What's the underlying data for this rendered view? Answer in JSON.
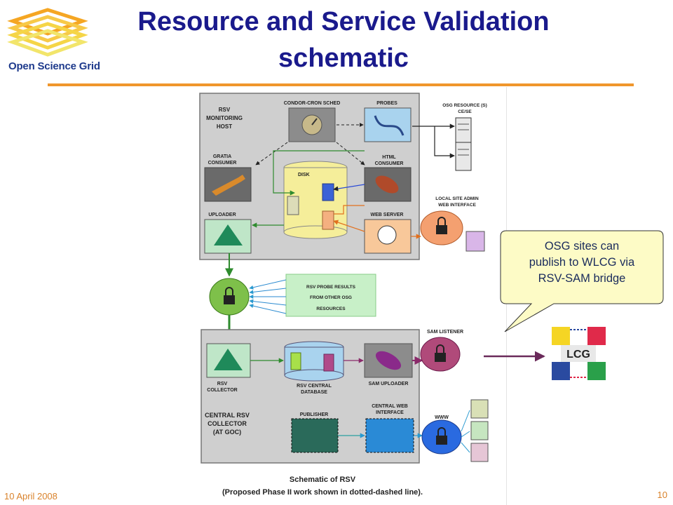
{
  "header": {
    "logo_text": "Open Science Grid",
    "title_line1": "Resource and Service Validation",
    "title_line2": "schematic"
  },
  "diagram": {
    "monitoring_host": {
      "label_line1": "RSV",
      "label_line2": "MONITORING",
      "label_line3": "HOST",
      "condor_cron": "CONDOR-CRON SCHED",
      "probes": "PROBES",
      "gratia_line1": "GRATIA",
      "gratia_line2": "CONSUMER",
      "disk": "DISK",
      "html_consumer_line1": "HTML",
      "html_consumer_line2": "CONSUMER",
      "uploader": "UPLOADER",
      "web_server": "WEB SERVER"
    },
    "osg_resource_line1": "OSG RESOURCE (S)",
    "osg_resource_line2": "CE/SE",
    "local_admin_line1": "LOCAL SITE ADMIN",
    "local_admin_line2": "WEB INTERFACE",
    "probe_results_line1": "RSV PROBE RESULTS",
    "probe_results_line2": "FROM OTHER OSG",
    "probe_results_line3": "RESOURCES",
    "central": {
      "collector_line1": "RSV",
      "collector_line2": "COLLECTOR",
      "central_db_line1": "RSV CENTRAL",
      "central_db_line2": "DATABASE",
      "sam_uploader": "SAM UPLOADER",
      "label_line1": "CENTRAL RSV",
      "label_line2": "COLLECTOR",
      "label_line3": "(AT GOC)",
      "publisher": "PUBLISHER",
      "central_web_line1": "CENTRAL WEB",
      "central_web_line2": "INTERFACE"
    },
    "sam_listener": "SAM LISTENER",
    "www": "WWW",
    "caption_line1": "Schematic of RSV",
    "caption_line2": "(Proposed Phase II work shown in dotted-dashed line)."
  },
  "callout": {
    "line1": "OSG sites can",
    "line2": "publish to WLCG via",
    "line3": "RSV-SAM bridge"
  },
  "lcg_logo_text": "LCG",
  "footer": {
    "date": "10 April 2008",
    "page_number": "10"
  },
  "colors": {
    "title": "#1a1a8c",
    "rule": "#f0962c",
    "footer": "#d9822b",
    "callout_fill": "#fdfbc6"
  }
}
